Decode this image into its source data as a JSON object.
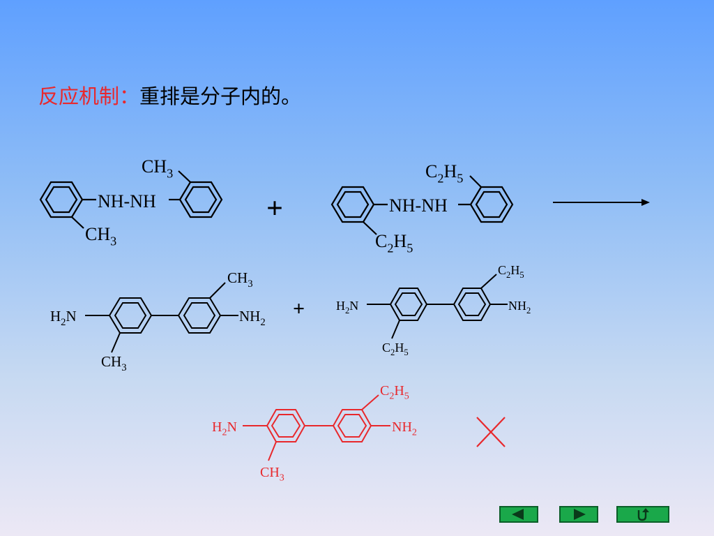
{
  "title": {
    "label": "反应机制：",
    "text": "重排是分子内的。"
  },
  "reactant1": {
    "top": "CH3",
    "linker": "NH-NH",
    "bottom": "CH3"
  },
  "reactant2": {
    "top": "C2H5",
    "linker": "NH-NH",
    "bottom": "C2H5"
  },
  "plus_signs": [
    "+",
    "+"
  ],
  "product1": {
    "left": "H2N",
    "right": "NH2",
    "top": "CH3",
    "bottom": "CH3"
  },
  "product2": {
    "left": "H2N",
    "right": "NH2",
    "top": "C2H5",
    "bottom": "C2H5"
  },
  "cross_product": {
    "left": "H2N",
    "right": "NH2",
    "top": "C2H5",
    "bottom": "CH3",
    "color": "#e8282c"
  },
  "wrong_mark": "✕",
  "colors": {
    "accent": "#e8282c",
    "nav_button": "#1aa84a"
  },
  "nav": {
    "prev_icon": "triangle-left-icon",
    "next_icon": "triangle-right-icon",
    "return_icon": "return-arrow-icon"
  }
}
